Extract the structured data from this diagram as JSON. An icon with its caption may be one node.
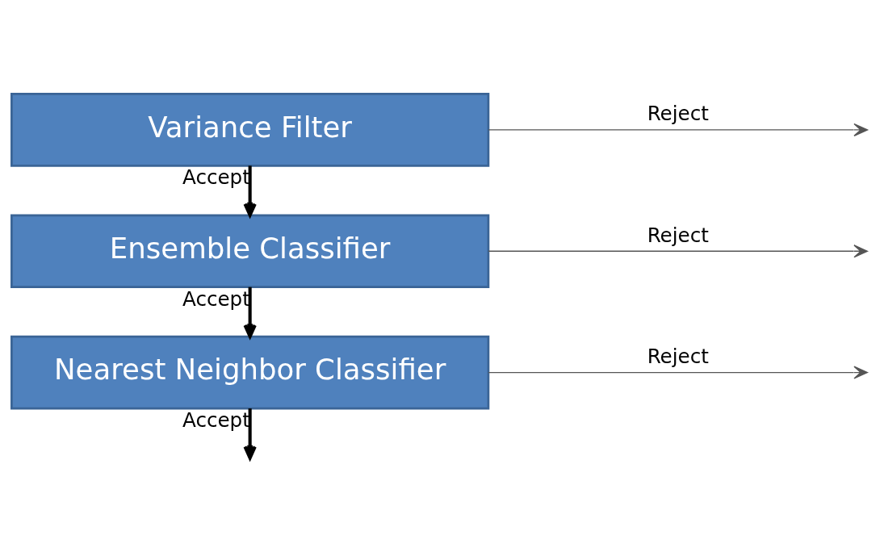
{
  "diagram": {
    "nodes": [
      {
        "text": [
          "Variance Filter"
        ]
      },
      {
        "text": [
          "Ensemble Classifier"
        ]
      },
      {
        "text": [
          "Nearest Neighbor Classifier"
        ]
      }
    ],
    "edges": [
      {
        "from": 0,
        "to": null,
        "arrow": "to",
        "label": "Reject"
      },
      {
        "from": 0,
        "to": 1,
        "arrow": "to",
        "label": "Accept",
        "style": "thick"
      },
      {
        "from": 1,
        "to": null,
        "arrow": "to",
        "label": "Reject"
      },
      {
        "from": 1,
        "to": 2,
        "arrow": "to",
        "label": "Accept",
        "style": "thick"
      },
      {
        "from": 2,
        "to": null,
        "arrow": "to",
        "label": "Reject"
      },
      {
        "from": 2,
        "to": null,
        "arrow": "to",
        "label": "Accept",
        "style": "thick"
      }
    ]
  }
}
